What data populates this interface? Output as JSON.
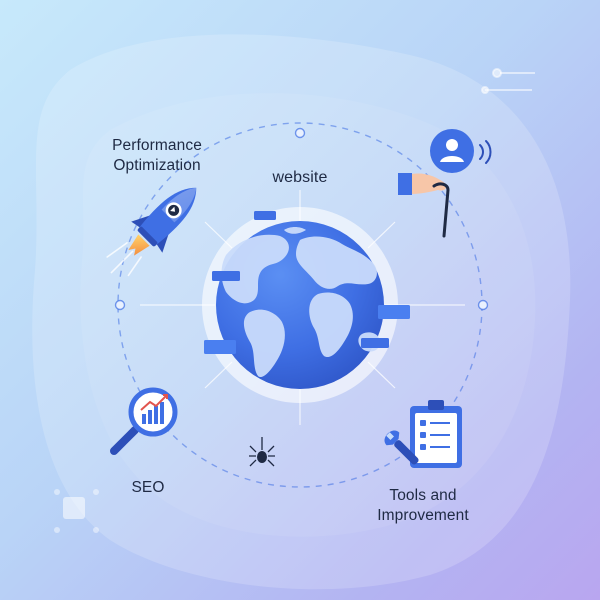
{
  "labels": {
    "performance": [
      "Performance",
      "Optimization"
    ],
    "website": "website",
    "seo": "SEO",
    "tools": [
      "Tools and",
      "Improvement"
    ]
  },
  "icons": {
    "rocket": "rocket-icon",
    "user": "user-icon",
    "signal": "signal-waves-icon",
    "hand": "hand-holding-cane-icon",
    "globe": "globe-icon",
    "magnifier": "magnifier-chart-icon",
    "spider": "spider-icon",
    "clipboard": "checklist-clipboard-icon",
    "wrench": "wrench-icon"
  },
  "colors": {
    "primary": "#3f6fe4",
    "dark_blue": "#2d4fb8",
    "light_blue": "#6ea5f7",
    "navy": "#1f2a44",
    "white": "#ffffff",
    "accent_orange": "#f2853a",
    "accent_red": "#e2544d"
  }
}
